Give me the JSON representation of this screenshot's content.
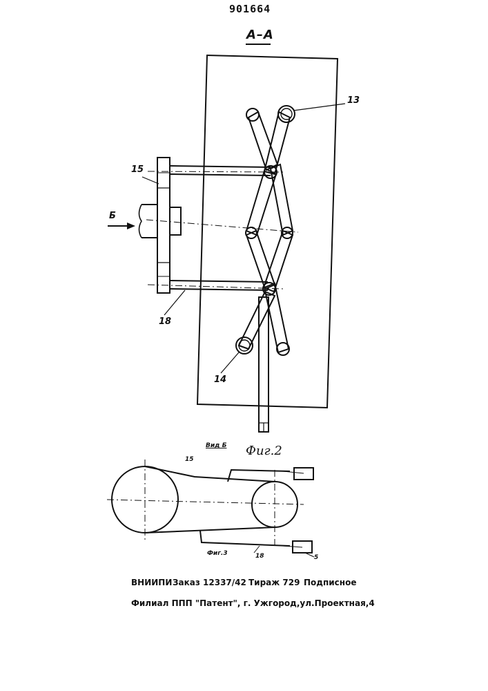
{
  "header": {
    "patent_number": "901664",
    "section_label": "А–А"
  },
  "fig2": {
    "caption": "Фиг.2",
    "labels": {
      "ref13": "13",
      "ref15": "15",
      "ref18": "18",
      "ref14": "14",
      "arrow_b": "Б"
    }
  },
  "fig3": {
    "view_label": "Вид Б",
    "caption": "Фиг.3",
    "labels": {
      "ref15": "15",
      "ref18": "18",
      "ref5": "5"
    }
  },
  "footer": {
    "org": "ВНИИПИ",
    "order": "Заказ 12337/42",
    "circulation": "Тираж 729",
    "subscription": "Подписное",
    "branch": "Филиал ППП \"Патент\", г. Ужгород,ул.Проектная,4"
  }
}
